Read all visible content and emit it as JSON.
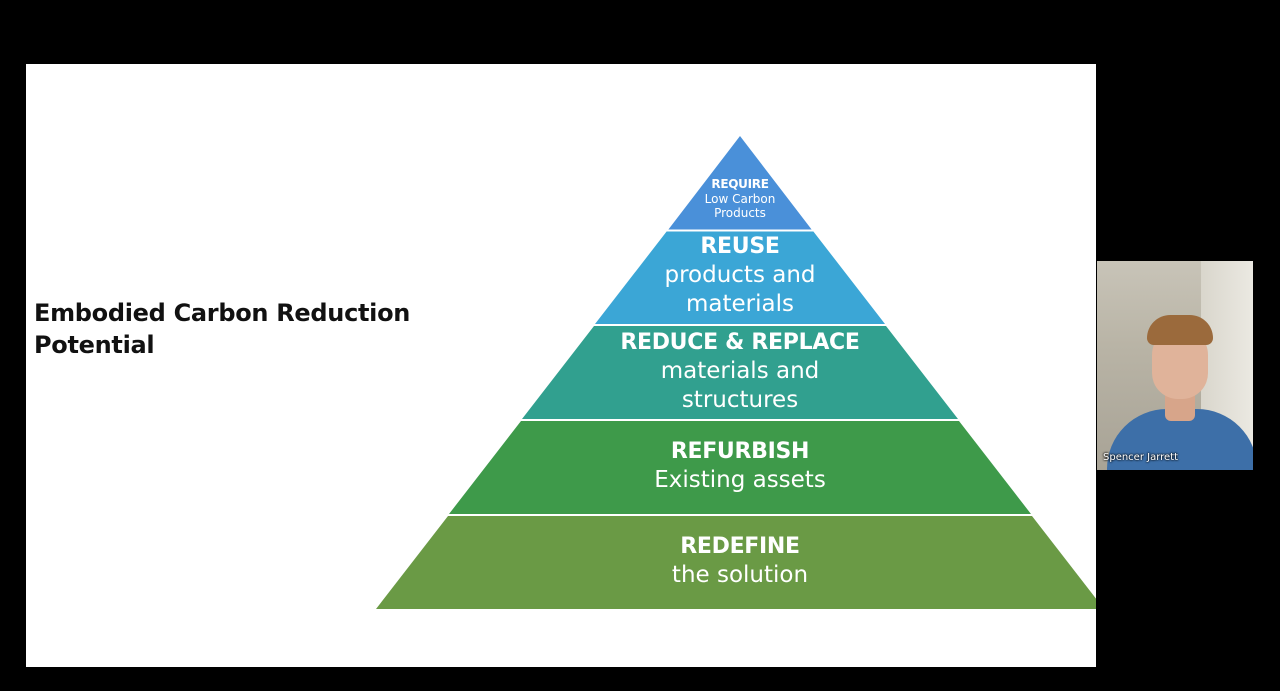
{
  "slide": {
    "title_line1": "Embodied Carbon Reduction",
    "title_line2": "Potential"
  },
  "pyramid": {
    "tiers": [
      {
        "head": "REQUIRE",
        "sub1": "Low Carbon",
        "sub2": "Products",
        "color": "#4a90d9"
      },
      {
        "head": "REUSE",
        "sub1": "products and",
        "sub2": "materials",
        "color": "#3ba6d6"
      },
      {
        "head": "REDUCE & REPLACE",
        "sub1": "materials and",
        "sub2": "structures",
        "color": "#31a08f"
      },
      {
        "head": "REFURBISH",
        "sub1": "Existing assets",
        "color": "#3e9a4a"
      },
      {
        "head": "REDEFINE",
        "sub1": "the solution",
        "color": "#6a9a45"
      }
    ]
  },
  "participant": {
    "name": "Spencer Jarrett"
  }
}
